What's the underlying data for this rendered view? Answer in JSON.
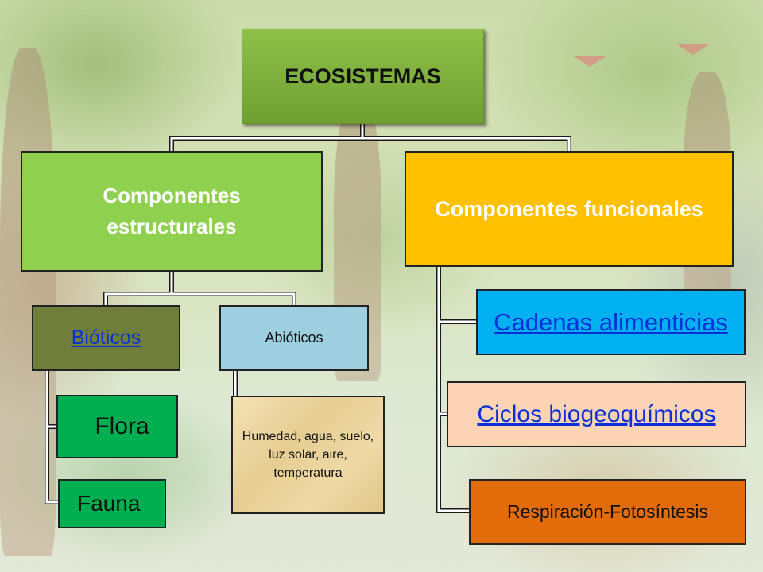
{
  "diagram": {
    "root": "ECOSISTEMAS",
    "structural": "Componentes estructurales",
    "functional": "Componentes funcionales",
    "bioticos": "Bióticos",
    "abioticos": "Abióticos",
    "flora": "Flora",
    "fauna": "Fauna",
    "abioticos_list": "Humedad, agua, suelo, luz solar, aire, temperatura",
    "cadenas": "Cadenas alimenticias",
    "ciclos": "Ciclos biogeoquímicos",
    "respiracion": "Respiración-Fotosíntesis"
  },
  "colors": {
    "root": "#77a83a",
    "structural": "#8fd14f",
    "functional": "#ffc000",
    "bioticos": "#6f7f3b",
    "abioticos": "#9dcfe0",
    "flora_fauna": "#00b050",
    "cadenas": "#00b0f0",
    "ciclos": "#fbd4b4",
    "respiracion": "#e26b0a",
    "link": "#0a2fd8"
  }
}
